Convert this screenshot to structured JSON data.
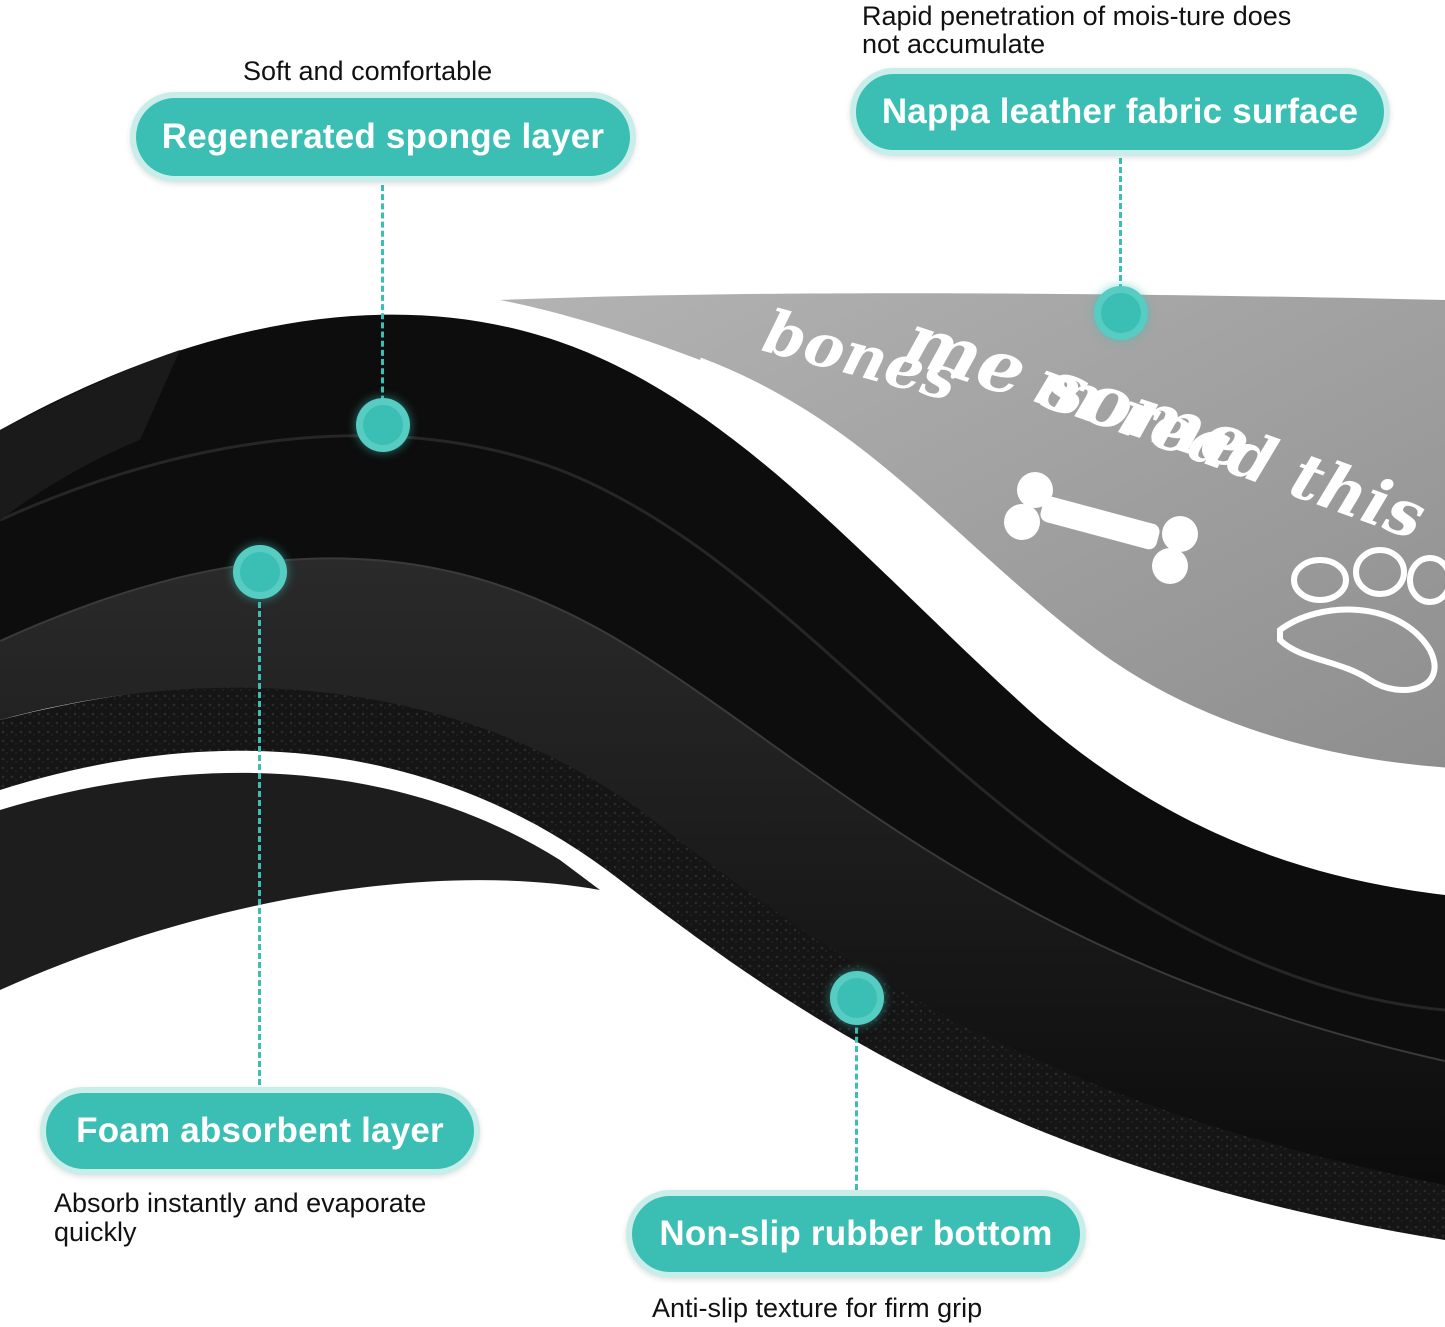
{
  "callouts": {
    "sponge": {
      "caption": "Soft and comfortable",
      "label": "Regenerated sponge layer"
    },
    "nappa": {
      "caption_line1": "Rapid penetration of mois-ture does",
      "caption_line2": "not accumulate",
      "label": "Nappa leather fabric surface"
    },
    "foam": {
      "label": "Foam absorbent layer",
      "caption_line1": "Absorb instantly and evaporate",
      "caption_line2": "quickly"
    },
    "rubber": {
      "label": "Non-slip rubber bottom",
      "caption": "Anti-slip texture for firm grip"
    }
  },
  "mat_print": {
    "line1": "m read this",
    "line2": "me some",
    "line3": "bones"
  },
  "colors": {
    "accent": "#3bbfb4",
    "accent_light": "#c9eeea",
    "mat_surface": "#9a9a9a",
    "mat_layer": "#111111"
  }
}
